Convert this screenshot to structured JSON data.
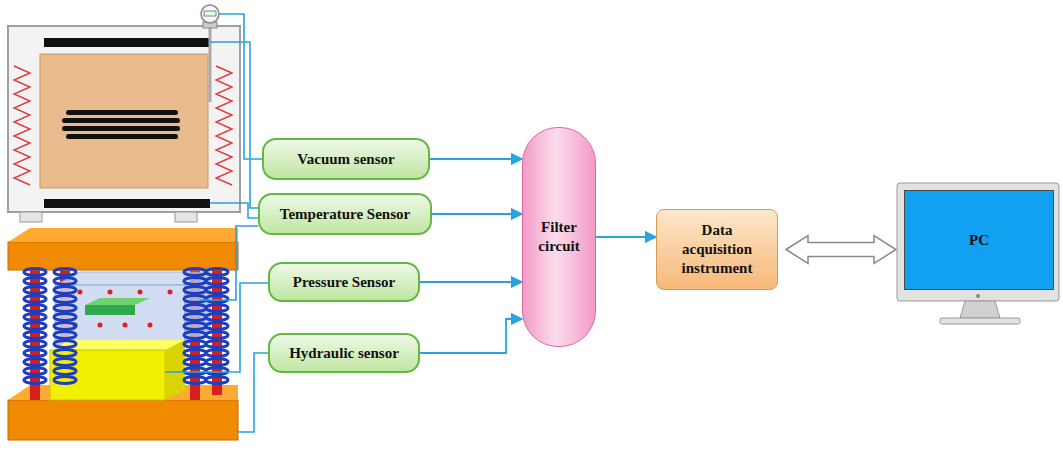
{
  "diagram": {
    "nodes": [
      {
        "text": [
          "Vacuum sensor"
        ]
      },
      {
        "text": [
          "Temperature Sensor"
        ]
      },
      {
        "text": [
          "Pressure Sensor"
        ]
      },
      {
        "text": [
          "Hydraulic sensor"
        ]
      },
      {
        "text": [
          "Filter circuit"
        ]
      },
      {
        "text": [
          "Data acquisition instrument"
        ]
      },
      {
        "text": [
          "PC"
        ]
      }
    ],
    "edges": [
      {
        "from": 0,
        "to": 4,
        "arrow": "to"
      },
      {
        "from": 1,
        "to": 4,
        "arrow": "to"
      },
      {
        "from": 2,
        "to": 4,
        "arrow": "to"
      },
      {
        "from": 3,
        "to": 4,
        "arrow": "to"
      },
      {
        "from": 4,
        "to": 5,
        "arrow": "to"
      },
      {
        "from": 5,
        "to": 6,
        "arrow": "both"
      }
    ]
  }
}
